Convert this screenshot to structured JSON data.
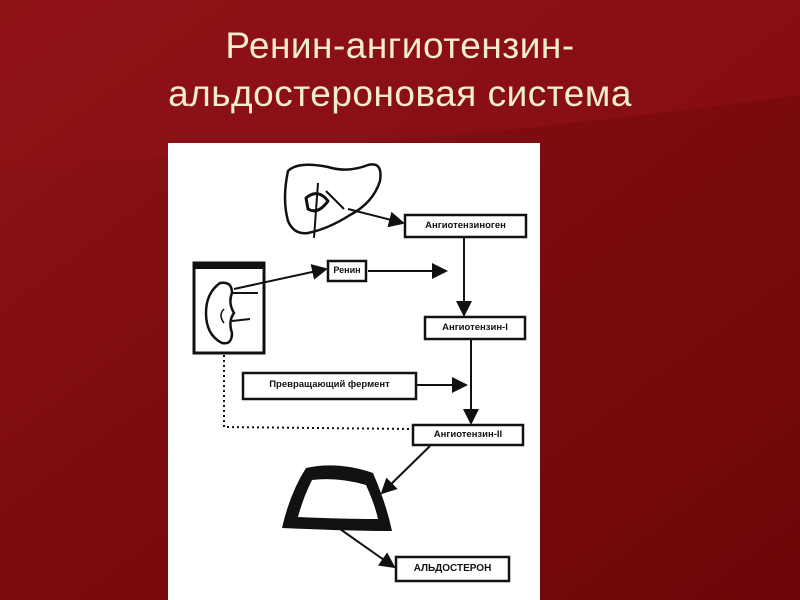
{
  "title": {
    "line1": "Ренин-ангиотензин-",
    "line2": "альдостероновая система"
  },
  "diagram": {
    "boxes": {
      "angiotensinogen": "Ангиотензиноген",
      "renin": "Ренин",
      "angiotensin1": "Ангиотензин-I",
      "converting_enzyme": "Превращающий фермент",
      "angiotensin2": "Ангиотензин-II",
      "aldosterone": "АЛЬДОСТЕРОН"
    },
    "organs": [
      "liver",
      "kidney",
      "adrenal-gland"
    ]
  },
  "colors": {
    "background": "#7a0a0c",
    "title_text": "#f3ecd0",
    "panel": "#ffffff",
    "ink": "#111111"
  }
}
